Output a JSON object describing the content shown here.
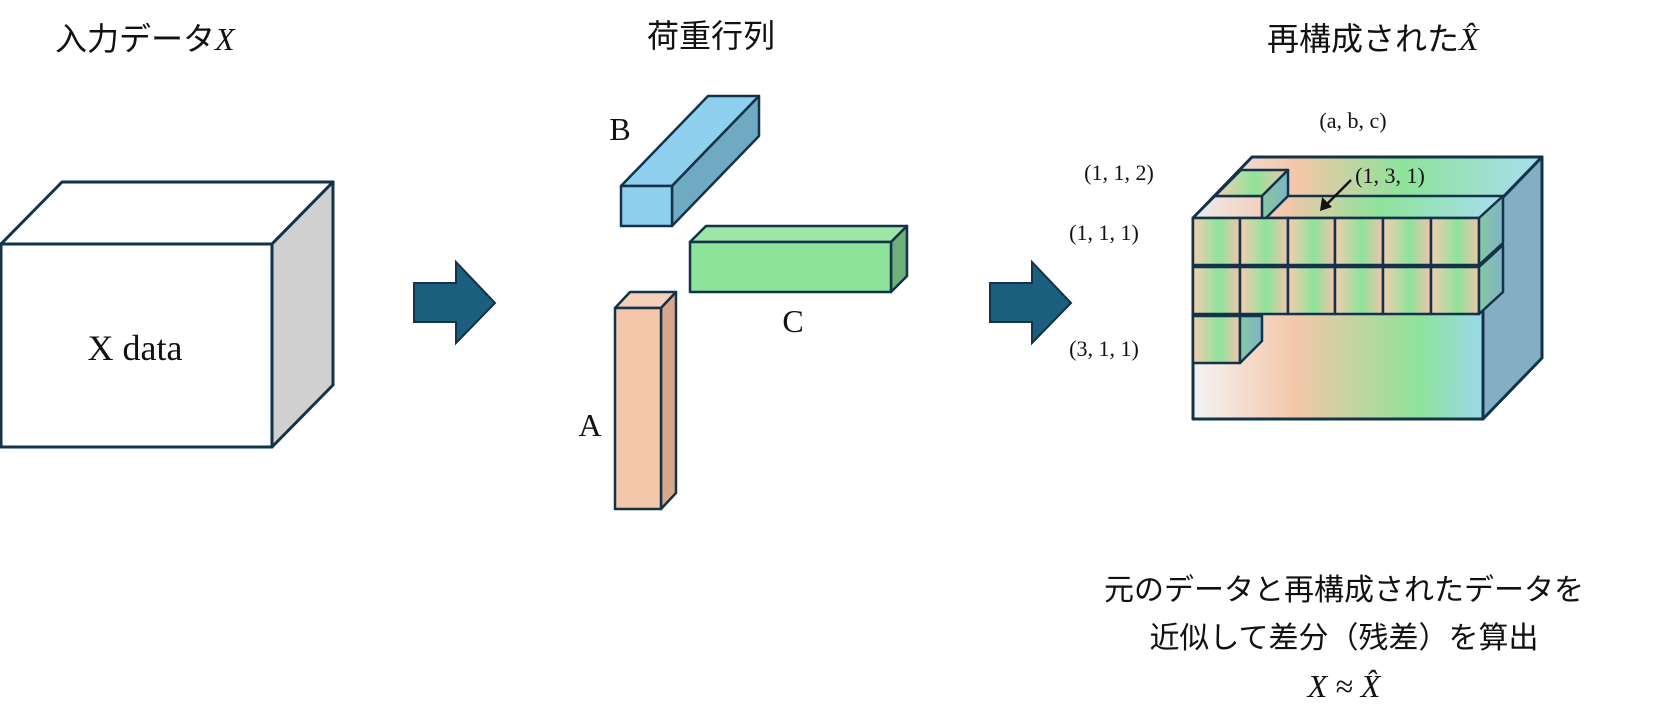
{
  "titles": {
    "input": "入力データ",
    "input_var": "X",
    "loading": "荷重行列",
    "recon": "再構成された",
    "recon_var": "X̂"
  },
  "input_cube": {
    "label": "X data"
  },
  "factors": {
    "a": {
      "label": "A"
    },
    "b": {
      "label": "B"
    },
    "c": {
      "label": "C"
    }
  },
  "recon_cube": {
    "label_abc": "(a, b, c)",
    "label_112": "(1, 1, 2)",
    "label_131": "(1, 3, 1)",
    "label_111": "(1, 1, 1)",
    "label_311": "(3, 1, 1)"
  },
  "caption": {
    "line1": "元のデータと再構成されたデータを",
    "line2": "近似して差分（残差）を算出",
    "line3": "X ≈ X̂"
  },
  "colors": {
    "arrow": "#1b5e7e",
    "outline": "#13334a",
    "factor_a": "#f4c6aa",
    "factor_b": "#8fd0ee",
    "factor_c": "#8ee39a",
    "side_grey": "#d0d0d0",
    "recon_side": "#84afc2"
  }
}
